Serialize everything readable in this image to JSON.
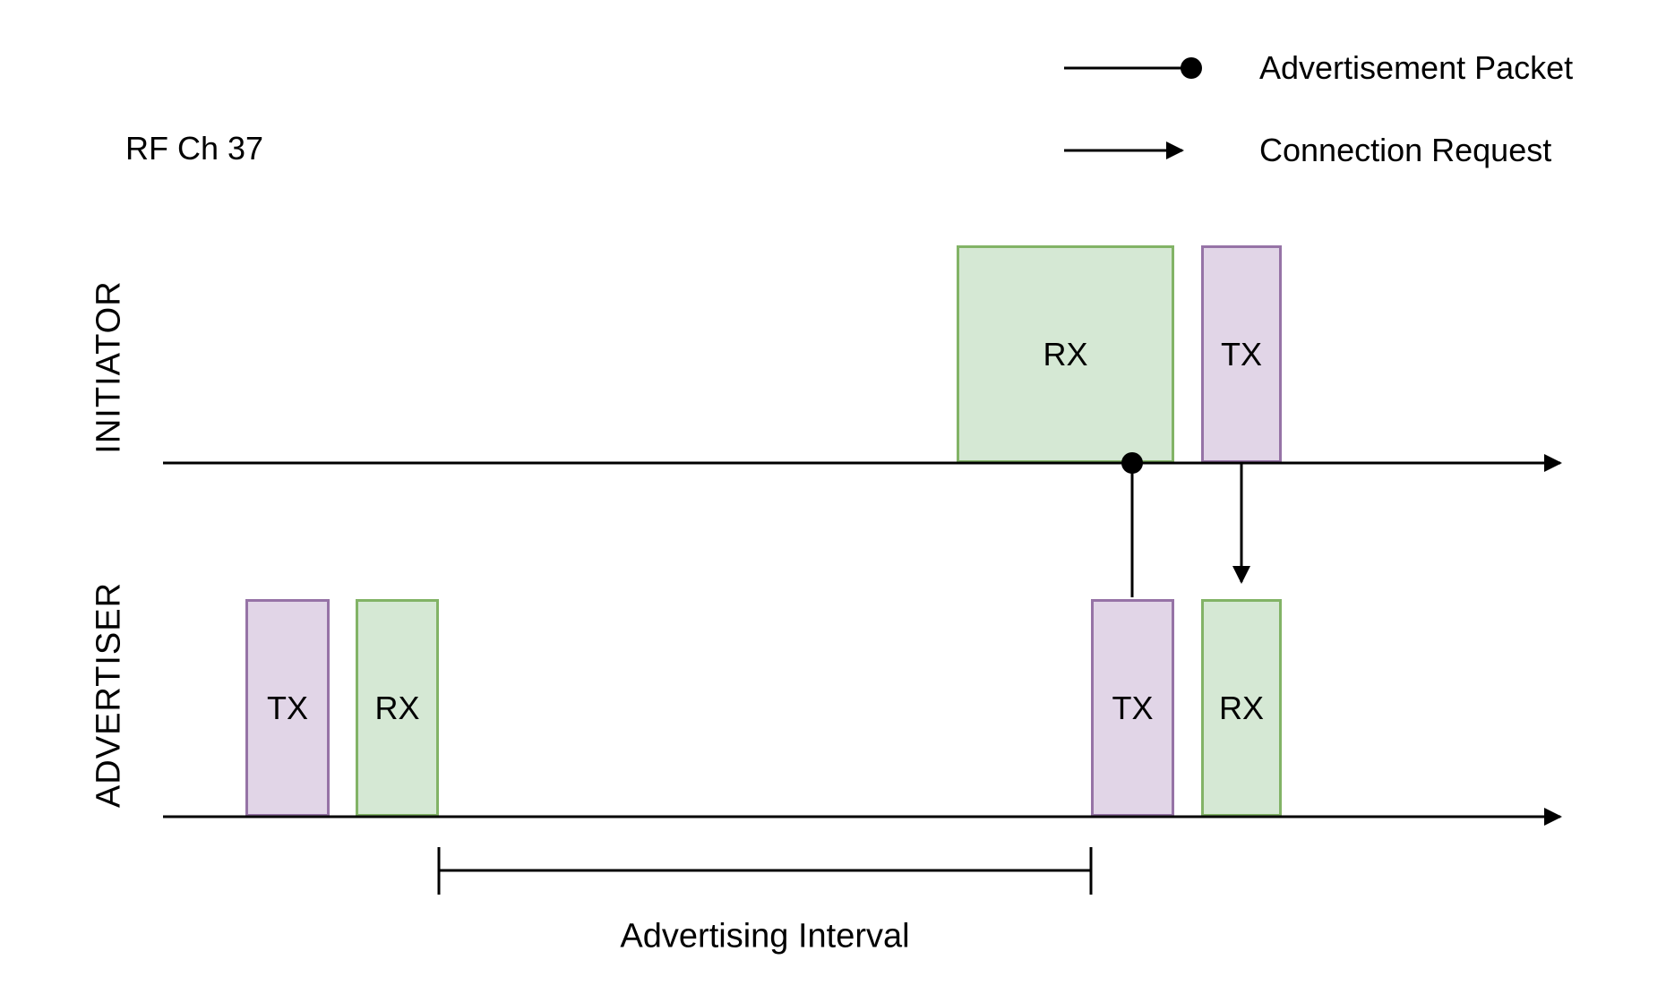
{
  "diagram": {
    "channel_label": "RF Ch 37",
    "legend": [
      {
        "symbol": "line-with-dot",
        "label": "Advertisement Packet"
      },
      {
        "symbol": "arrow",
        "label": "Connection Request"
      }
    ],
    "lanes": [
      {
        "name": "INITIATOR",
        "boxes": [
          {
            "label": "RX",
            "kind": "rx"
          },
          {
            "label": "TX",
            "kind": "tx"
          }
        ]
      },
      {
        "name": "ADVERTISER",
        "boxes": [
          {
            "label": "TX",
            "kind": "tx"
          },
          {
            "label": "RX",
            "kind": "rx"
          },
          {
            "label": "TX",
            "kind": "tx"
          },
          {
            "label": "RX",
            "kind": "rx"
          }
        ]
      }
    ],
    "annotations": {
      "advertising_interval": "Advertising Interval"
    },
    "colors": {
      "rx_fill": "#d5e8d4",
      "rx_border": "#82b366",
      "tx_fill": "#e1d5e7",
      "tx_border": "#9673a6",
      "line": "#000000",
      "background": "#ffffff"
    }
  }
}
